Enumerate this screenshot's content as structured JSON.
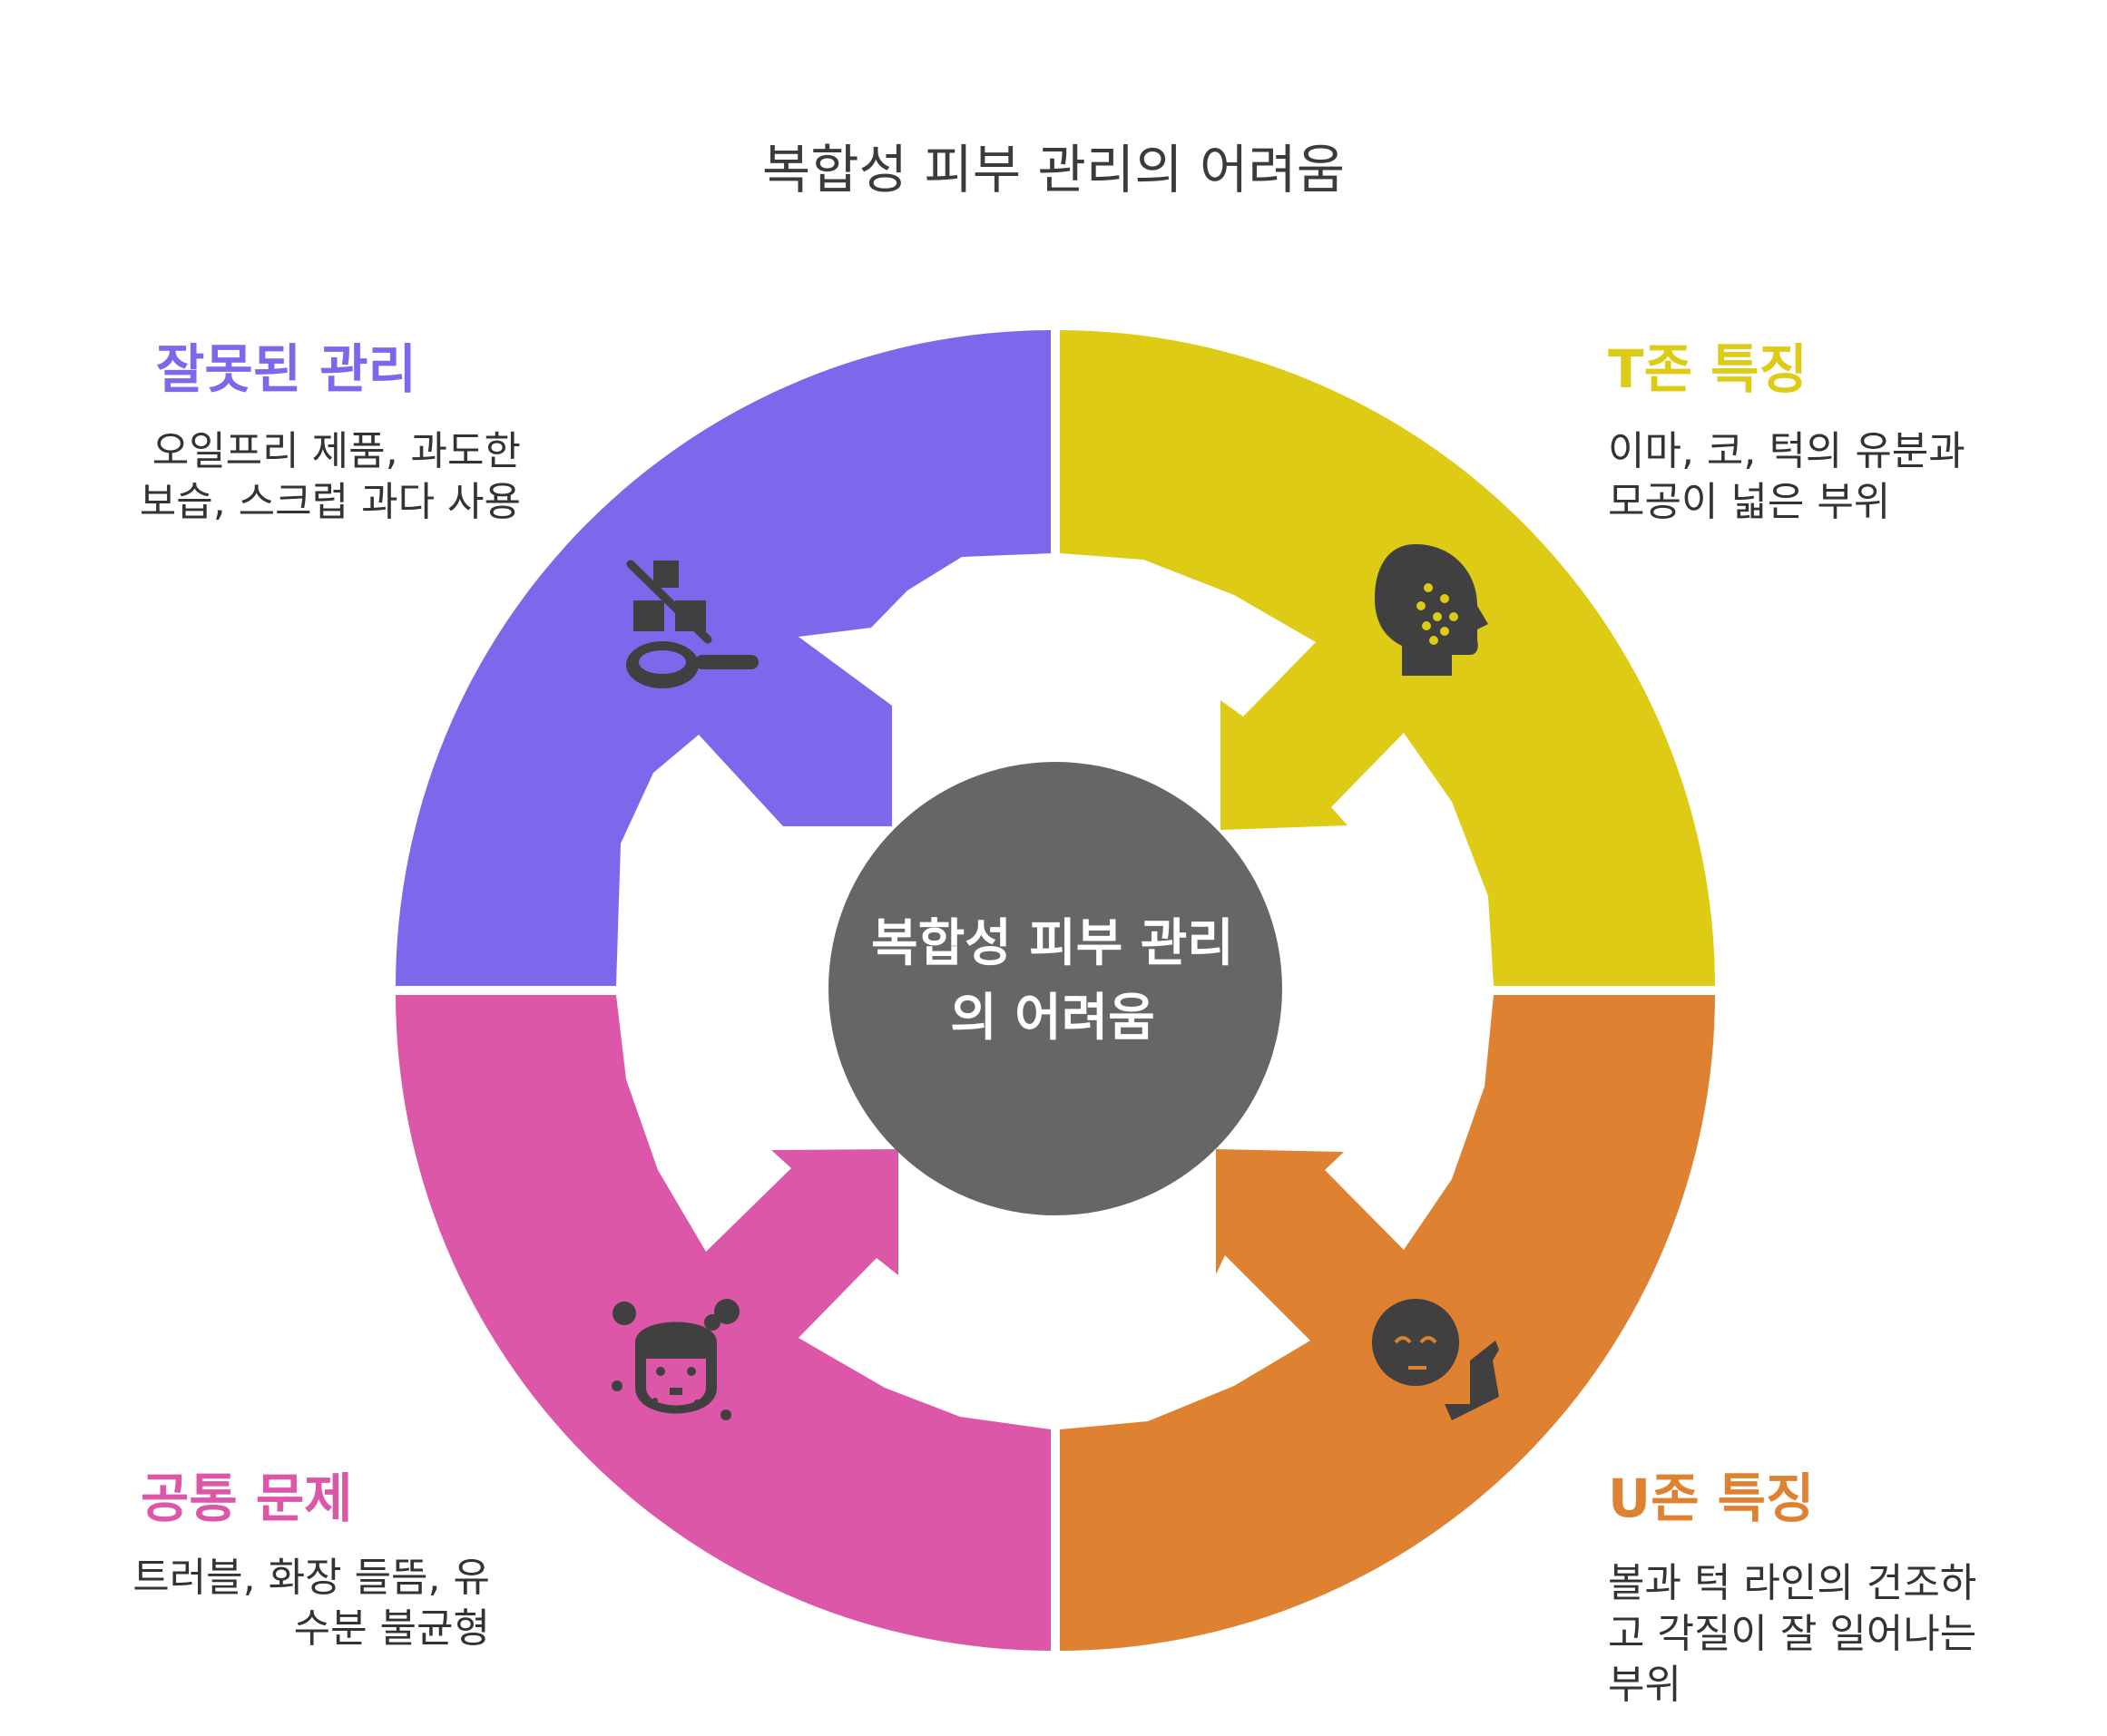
{
  "title": "복합성 피부 관리의 어려움",
  "center": {
    "line1": "복합성 피부 관리",
    "line2": "의 어려움",
    "color": "#666666"
  },
  "sections": {
    "top_left": {
      "title": "잘못된 관리",
      "desc_line1": "오일프리 제품, 과도한",
      "desc_line2": "보습, 스크럽 과다 사용",
      "color": "#7B68EA",
      "icon": "no-cream-scoop-icon"
    },
    "top_right": {
      "title": "T존 특징",
      "desc_line1": "이마, 코, 턱의 유분과",
      "desc_line2": "모공이 넓은 부위",
      "color": "#DDCB15",
      "icon": "oily-face-profile-icon"
    },
    "bottom_left": {
      "title": "공통 문제",
      "desc_line1": "트러블, 화장 들뜸, 유",
      "desc_line2": "수분 불균형",
      "color": "#DD57A8",
      "icon": "acne-face-icon"
    },
    "bottom_right": {
      "title": "U존 특징",
      "desc_line1": "볼과 턱 라인의 건조하",
      "desc_line2": "고 각질이 잘 일어나는",
      "desc_line3": "부위",
      "color": "#DE8130",
      "icon": "dry-skin-face-icon"
    }
  },
  "icon_color": "#404040"
}
